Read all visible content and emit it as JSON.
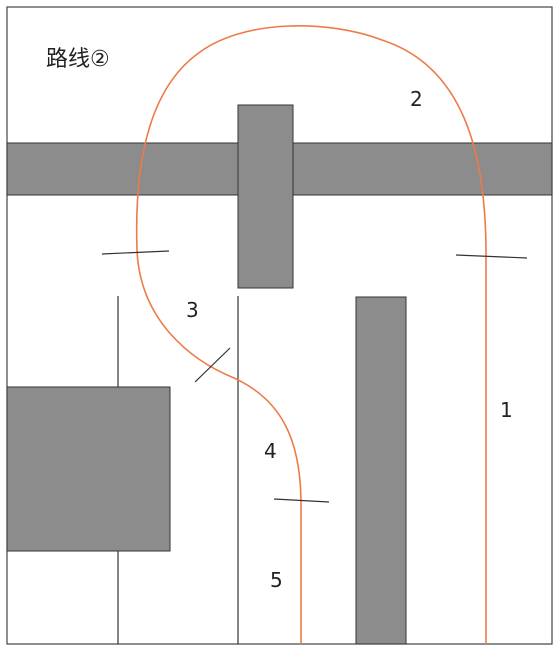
{
  "title": "路线②",
  "colors": {
    "block": "#8c8c8c",
    "block_stroke": "#333333",
    "line": "#333333",
    "route": "#ee7a4a",
    "frame": "#444444",
    "background": "#ffffff"
  },
  "segments": [
    {
      "id": "1",
      "label": "1"
    },
    {
      "id": "2",
      "label": "2"
    },
    {
      "id": "3",
      "label": "3"
    },
    {
      "id": "4",
      "label": "4"
    },
    {
      "id": "5",
      "label": "5"
    }
  ]
}
